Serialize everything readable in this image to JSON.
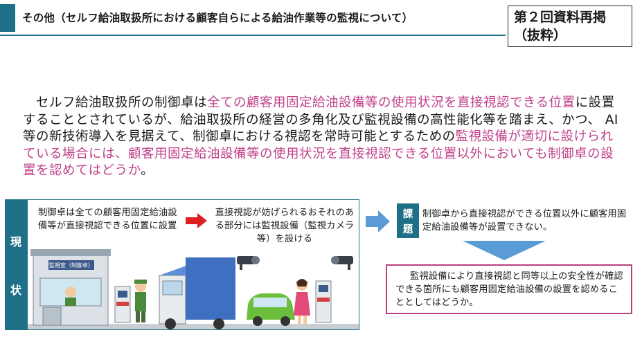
{
  "header": {
    "title": "その他（セルフ給油取扱所における顧客自らによる給油作業等の監視について）",
    "badge_line1": "第２回資料再掲",
    "badge_line2": "（抜粋）"
  },
  "paragraph": {
    "segments": [
      {
        "text": "　セルフ給油取扱所の制御卓は",
        "highlight": false
      },
      {
        "text": "全ての顧客用固定給油設備等の使用状況を直接視認できる位置",
        "highlight": true
      },
      {
        "text": "に設置することとされているが、給油取扱所の経営の多角化及び監視設備の高性能化等を踏まえ、かつ、 AI等の新技術導入を見据えて、制御卓における視認を常時可能とするための",
        "highlight": false
      },
      {
        "text": "監視設備が適切に設けられている場合には、顧客用固定給油設備等の使用状況を直接視認できる位置以外においても制御卓の設置を認めてはどうか",
        "highlight": true
      },
      {
        "text": "。",
        "highlight": false
      }
    ],
    "highlight_color": "#c0418a"
  },
  "genjo": {
    "label_1": "現",
    "label_2": "状",
    "left_text": "制御卓は全ての顧客用固定給油設備等が直接視認できる位置に設置",
    "right_text": "直接視認が妨げられるおそれのある部分には監視設備（監視カメラ等）を設ける",
    "illustration_sign": "監視室（制御卓）"
  },
  "kadai": {
    "label_1": "課",
    "label_2": "題",
    "text": "制御卓から直接視認ができる位置以外に顧客用固定給油設備等が設置できない。"
  },
  "proposal": {
    "text": "監視設備により直接視認と同等以上の安全性が確認できる箇所にも顧客用固定給油設備の設置を認めることとしてはどうか。",
    "border_color": "#b8407f"
  },
  "colors": {
    "accent": "#1f6f86",
    "arrow_red": "#e02020",
    "arrow_blue": "#5b9bd5"
  },
  "icons": [
    "red-right-arrow-icon",
    "blue-right-arrow-icon",
    "blue-down-arrow-icon",
    "security-camera-icon"
  ]
}
